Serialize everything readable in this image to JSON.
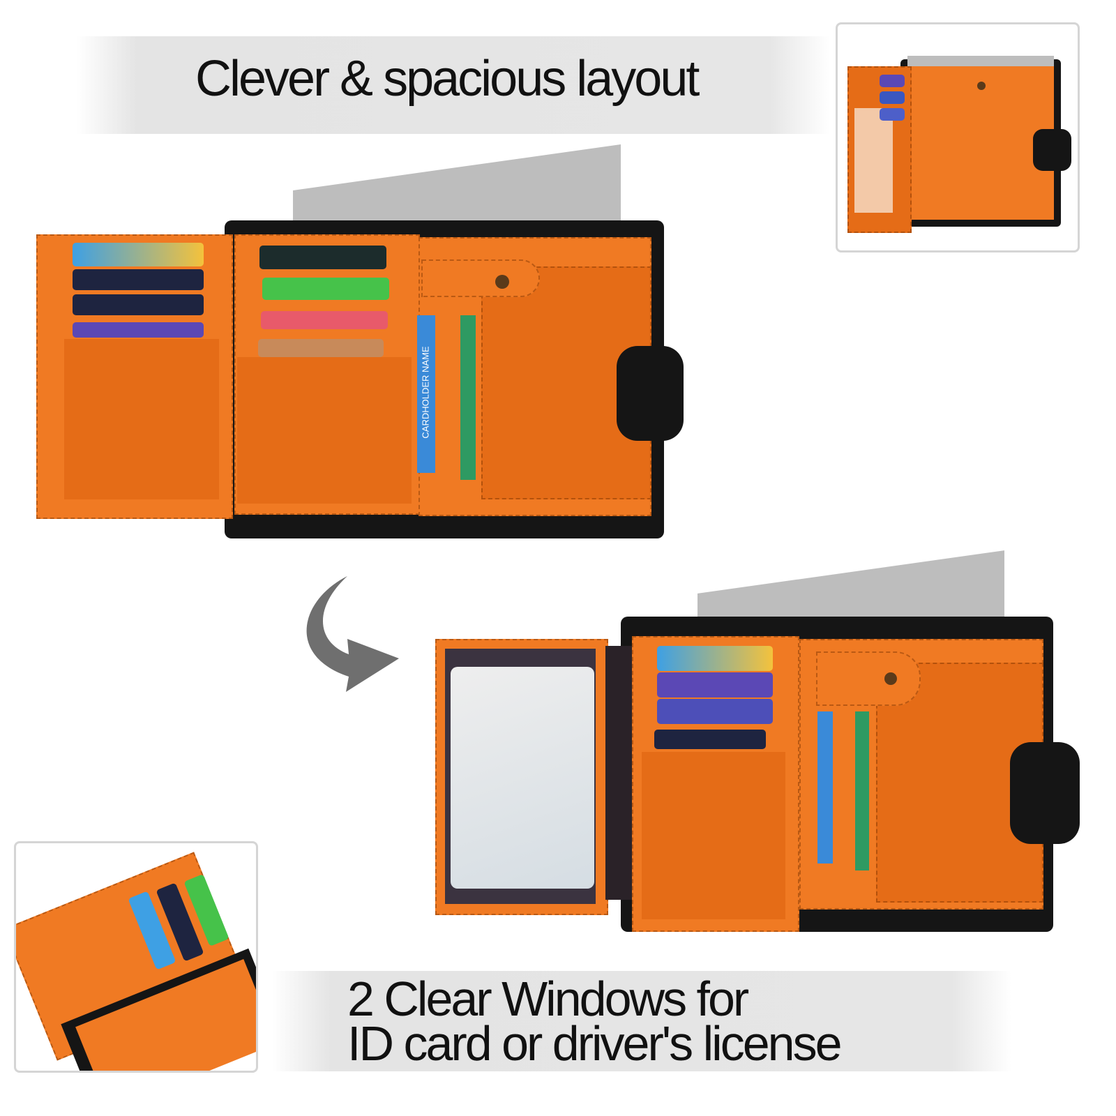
{
  "top_banner": {
    "title": "Clever & spacious layout"
  },
  "bottom_banner": {
    "line1": "2 Clear Windows for",
    "line2": "ID card or driver's license"
  },
  "colors": {
    "leather_orange": "#f07a23",
    "leather_black": "#151515",
    "arrow_gray": "#6f6f6f",
    "banner_gray": "#e5e5e5"
  },
  "wallet_labels": {
    "cardholder": "CARDHOLDER NAME"
  }
}
